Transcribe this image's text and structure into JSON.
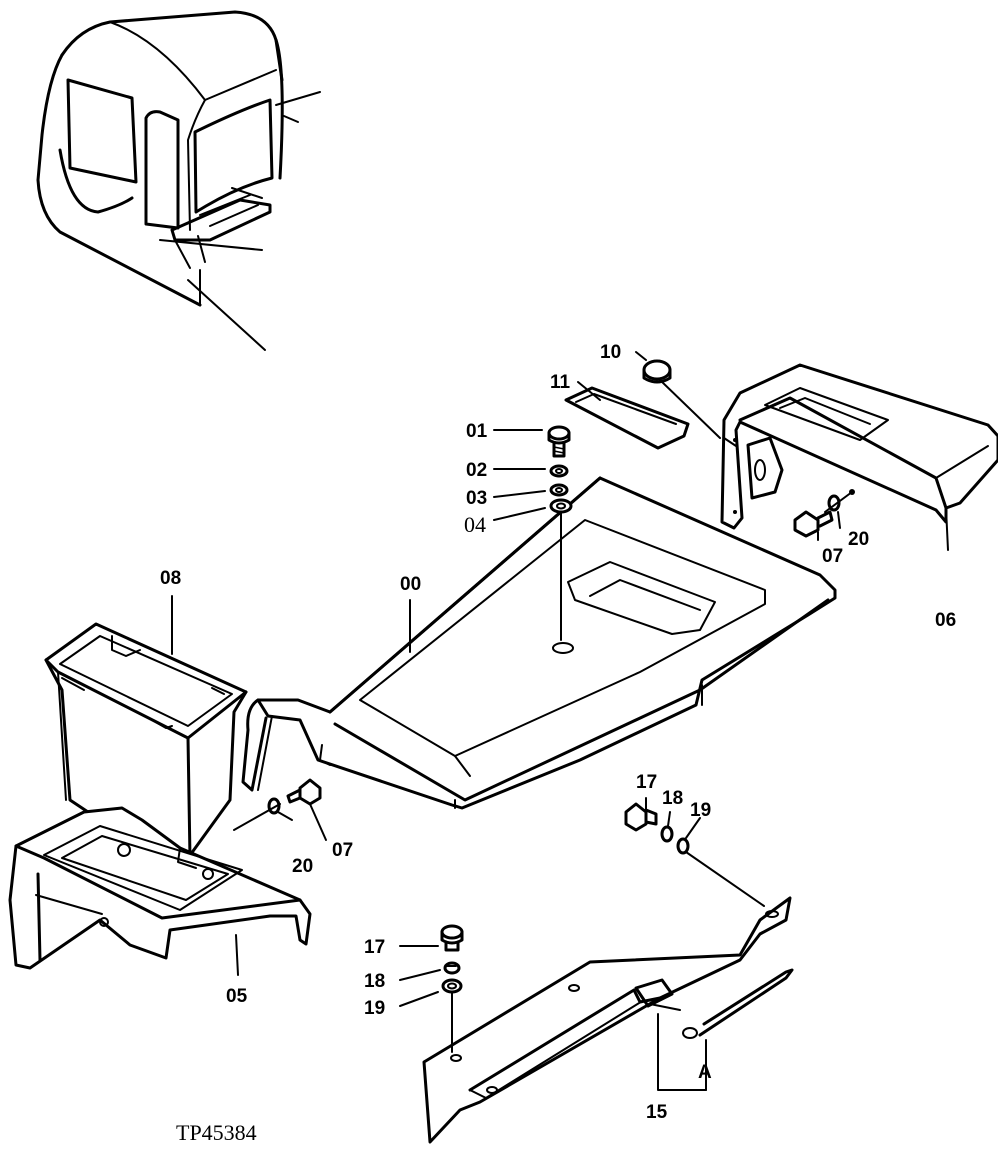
{
  "figure_id": "TP45384",
  "callouts": {
    "c00": "00",
    "c01": "01",
    "c02": "02",
    "c03": "03",
    "c04": "04",
    "c05": "05",
    "c06": "06",
    "c07a": "07",
    "c07b": "07",
    "c08": "08",
    "c10": "10",
    "c11": "11",
    "c15": "15",
    "c17a": "17",
    "c17b": "17",
    "c18a": "18",
    "c18b": "18",
    "c19a": "19",
    "c19b": "19",
    "c20a": "20",
    "c20b": "20",
    "cA": "A"
  }
}
